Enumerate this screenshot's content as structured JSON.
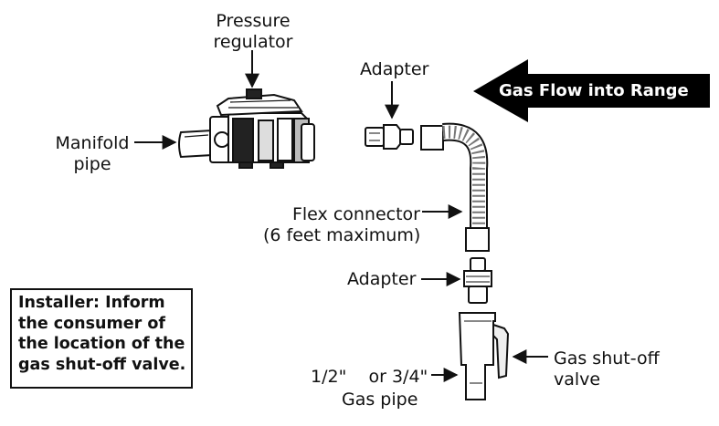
{
  "labels": {
    "pressure_regulator_1": "Pressure",
    "pressure_regulator_2": "regulator",
    "manifold_pipe_1": "Manifold",
    "manifold_pipe_2": "pipe",
    "adapter_top": "Adapter",
    "flow": "Gas Flow into Range",
    "flex_connector_1": "Flex connector",
    "flex_connector_2": "(6 feet maximum)",
    "adapter_mid": "Adapter",
    "shutoff_1": "Gas shut-off",
    "shutoff_2": "valve",
    "gas_pipe_1": "1/2\"    or 3/4\"",
    "gas_pipe_2": "Gas pipe"
  },
  "installer_note": {
    "line1": "Installer: Inform",
    "line2": "the consumer of",
    "line3": "the location of the",
    "line4": "gas shut-off valve."
  },
  "colors": {
    "ink": "#111111",
    "flow_arrow": "#000000",
    "flow_text": "#ffffff",
    "fill": "#ffffff"
  }
}
